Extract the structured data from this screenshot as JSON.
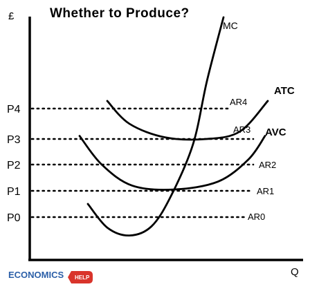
{
  "chart_data": {
    "type": "line",
    "title": "Whether to Produce?",
    "xlabel": "Q",
    "ylabel": "£",
    "price_levels": [
      {
        "tick": "P4",
        "line_label": "AR4",
        "level": 4
      },
      {
        "tick": "P3",
        "line_label": "AR3",
        "level": 3
      },
      {
        "tick": "P2",
        "line_label": "AR2",
        "level": 2
      },
      {
        "tick": "P1",
        "line_label": "AR1",
        "level": 1
      },
      {
        "tick": "P0",
        "line_label": "AR0",
        "level": 0
      }
    ],
    "series": [
      {
        "name": "MC",
        "x": [
          2.1,
          2.8,
          3.6,
          4.4,
          5.1,
          5.9,
          6.4,
          7.0
        ],
        "y": [
          0.5,
          -0.4,
          -0.7,
          -0.35,
          0.8,
          2.8,
          4.9,
          7.0
        ]
      },
      {
        "name": "ATC",
        "x": [
          2.8,
          3.6,
          4.9,
          6.4,
          7.6,
          8.6
        ],
        "y": [
          4.25,
          3.5,
          3.05,
          3.0,
          3.25,
          4.25
        ]
      },
      {
        "name": "AVC",
        "x": [
          1.8,
          2.6,
          3.7,
          5.2,
          6.8,
          7.9,
          8.5
        ],
        "y": [
          3.1,
          2.0,
          1.2,
          1.05,
          1.35,
          2.2,
          3.1
        ]
      }
    ],
    "grid": false,
    "legend": "none"
  },
  "logo": {
    "text": "ECONOMICS",
    "badge": "HELP",
    "color": "#2b5fa8",
    "badge_color": "#d9342b"
  },
  "colors": {
    "line": "#000000",
    "background": "#ffffff"
  }
}
